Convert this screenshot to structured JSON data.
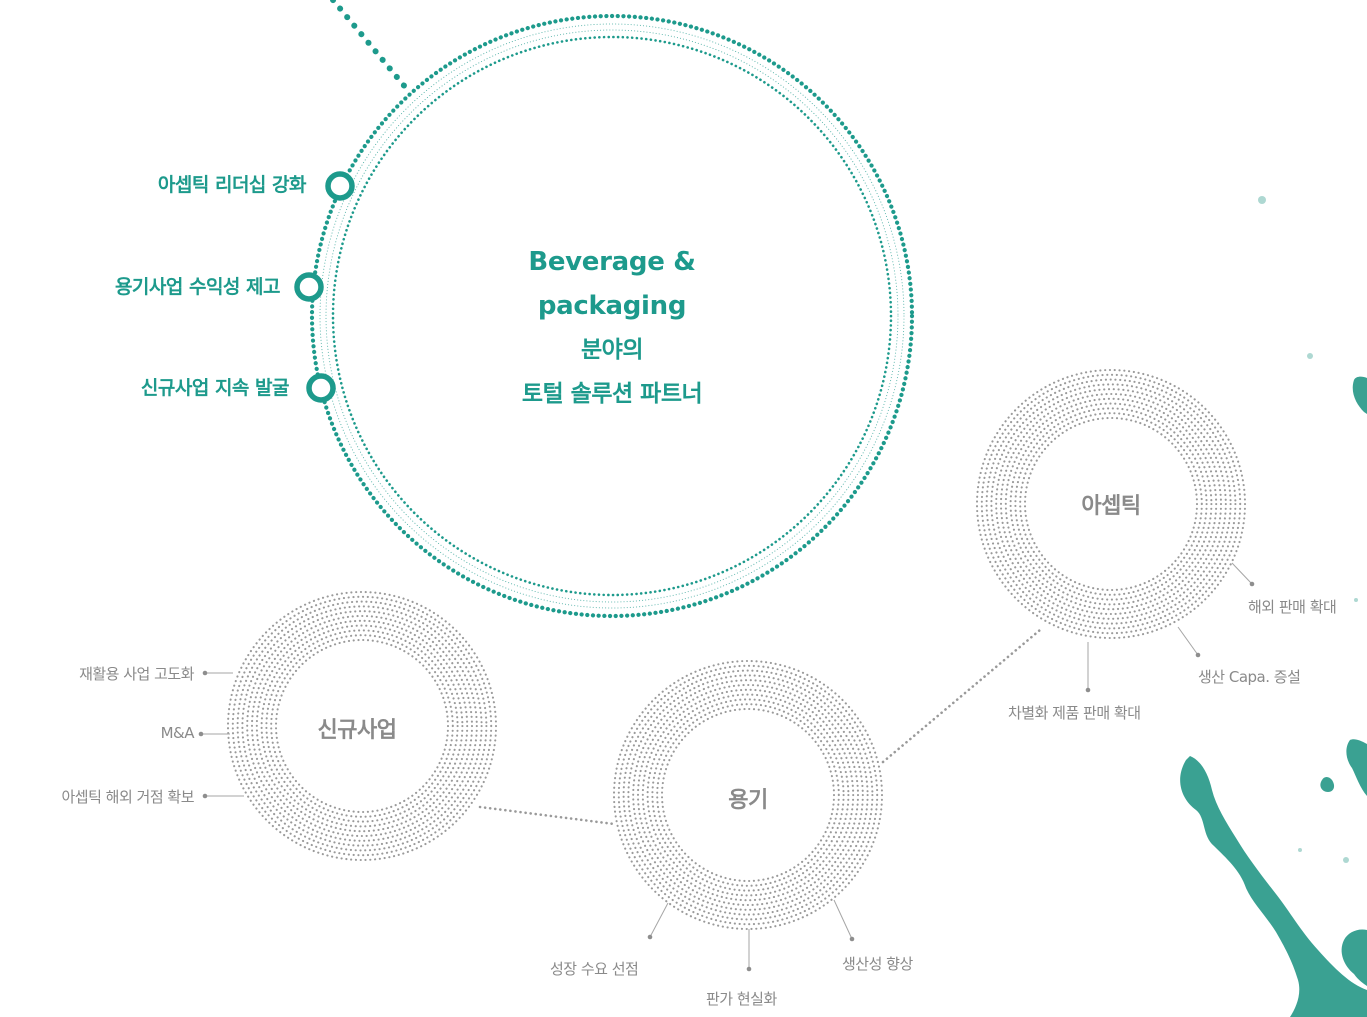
{
  "main_circle": {
    "line1": "Beverage & packaging",
    "line2": "분야의",
    "line3": "토털 솔루션 파트너"
  },
  "goals": [
    "아셉틱 리더십 강화",
    "용기사업 수익성 제고",
    "신규사업 지속 발굴"
  ],
  "circles": {
    "aseptic": {
      "title": "아셉틱",
      "items": [
        "해외 판매 확대",
        "생산 Capa. 증설",
        "차별화 제품 판매 확대"
      ]
    },
    "new_business": {
      "title": "신규사업",
      "items": [
        "재활용 사업 고도화",
        "M&A",
        "아셉틱 해외 거점 확보"
      ]
    },
    "container": {
      "title": "용기",
      "items": [
        "성장 수요 선점",
        "판가 현실화",
        "생산성 향상"
      ]
    }
  },
  "colors": {
    "accent": "#1d9a8c",
    "gray_dots": "#9a9a9a",
    "gray_text": "#8a8a8a",
    "splash": "#17907f"
  }
}
